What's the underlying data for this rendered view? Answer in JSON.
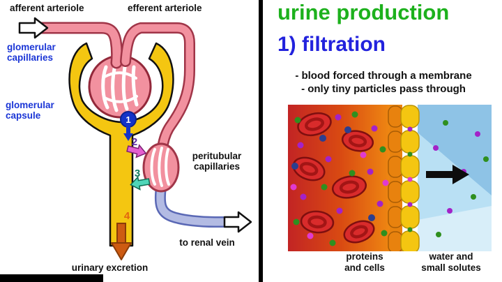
{
  "left_panel": {
    "labels": {
      "afferent_arteriole": "afferent arteriole",
      "efferent_arteriole": "efferent arteriole",
      "glomerular_capillaries": "glomerular\ncapillaries",
      "glomerular_capsule": "glomerular\ncapsule",
      "peritubular_capillaries": "peritubular\ncapillaries",
      "to_renal_vein": "to renal vein",
      "urinary_excretion": "urinary excretion"
    },
    "steps": {
      "s1": "1",
      "s2": "2",
      "s3": "3",
      "s4": "4"
    }
  },
  "right_panel": {
    "title": "urine production",
    "heading": "1) filtration",
    "bullet1": "- blood forced through a membrane",
    "bullet2": "- only tiny particles pass through",
    "caption_left": "proteins\nand cells",
    "caption_right": "water and\nsmall solutes"
  },
  "colors": {
    "title_green": "#1db11d",
    "heading_blue": "#2222dd",
    "label_blue": "#1a35d6",
    "vessel_pink": "#f2919f",
    "vessel_outline": "#a03548",
    "capsule_yellow": "#f4c611",
    "vein_blue": "#b3bbe3",
    "vein_outline": "#5a68b5",
    "step1_blue": "#1433c8",
    "step2_magenta": "#e55fd0",
    "step3_teal": "#4fd6b8",
    "step4_orange": "#cd5b12",
    "membrane_orange": "#e8820e",
    "filtrate_blue": "#b9e0f4"
  }
}
